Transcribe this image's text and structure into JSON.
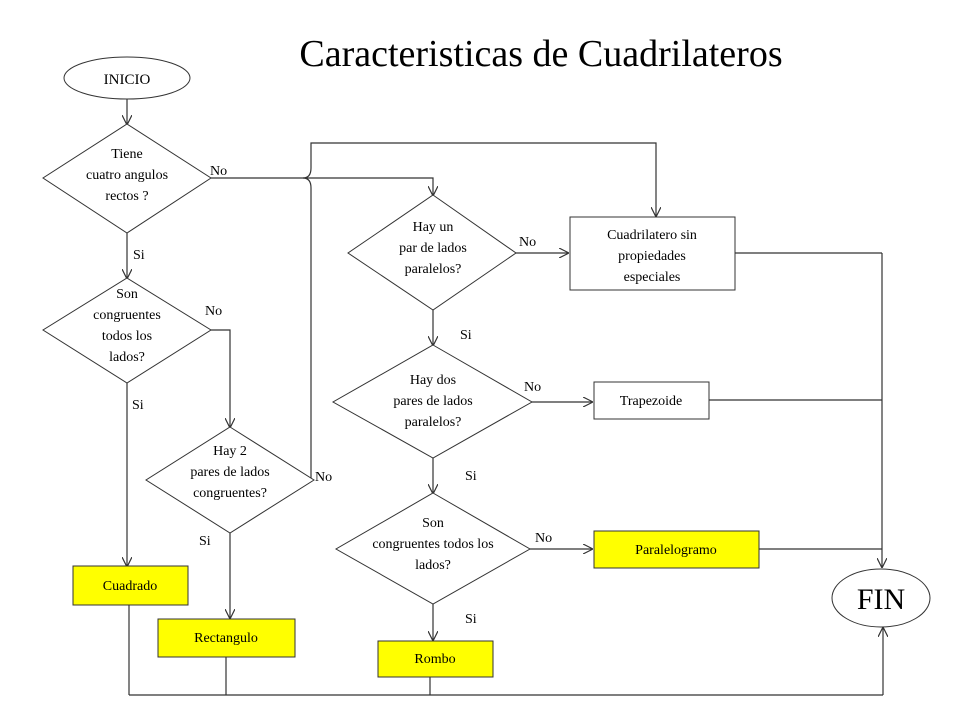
{
  "title": "Caracteristicas de Cuadrilateros",
  "nodes": {
    "inicio": {
      "lines": [
        "INICIO"
      ]
    },
    "q_rectos": {
      "lines": [
        "Tiene",
        "cuatro angulos",
        "rectos ?"
      ]
    },
    "q_congruentes": {
      "lines": [
        "Son",
        "congruentes",
        "todos los",
        "lados?"
      ]
    },
    "q_dos_pares_congruentes": {
      "lines": [
        "Hay 2",
        "pares de lados",
        "congruentes?"
      ]
    },
    "q_un_par_paralelos": {
      "lines": [
        "Hay un",
        "par de lados",
        "paralelos?"
      ]
    },
    "q_dos_pares_paralelos": {
      "lines": [
        "Hay dos",
        "pares de lados",
        "paralelos?"
      ]
    },
    "q_congruentes_2": {
      "lines": [
        "Son",
        "congruentes todos los",
        "lados?"
      ]
    },
    "sin_propiedades": {
      "lines": [
        "Cuadrilatero sin",
        "propiedades",
        "especiales"
      ]
    },
    "trapezoide": {
      "lines": [
        "Trapezoide"
      ]
    },
    "cuadrado": {
      "lines": [
        "Cuadrado"
      ]
    },
    "rectangulo": {
      "lines": [
        "Rectangulo"
      ]
    },
    "rombo": {
      "lines": [
        "Rombo"
      ]
    },
    "paralelogramo": {
      "lines": [
        "Paralelogramo"
      ]
    },
    "fin": {
      "lines": [
        "FIN"
      ]
    }
  },
  "edge_labels": {
    "si": "Si",
    "no": "No"
  },
  "colors": {
    "result_fill": "#ffff00",
    "stroke": "#333333"
  }
}
